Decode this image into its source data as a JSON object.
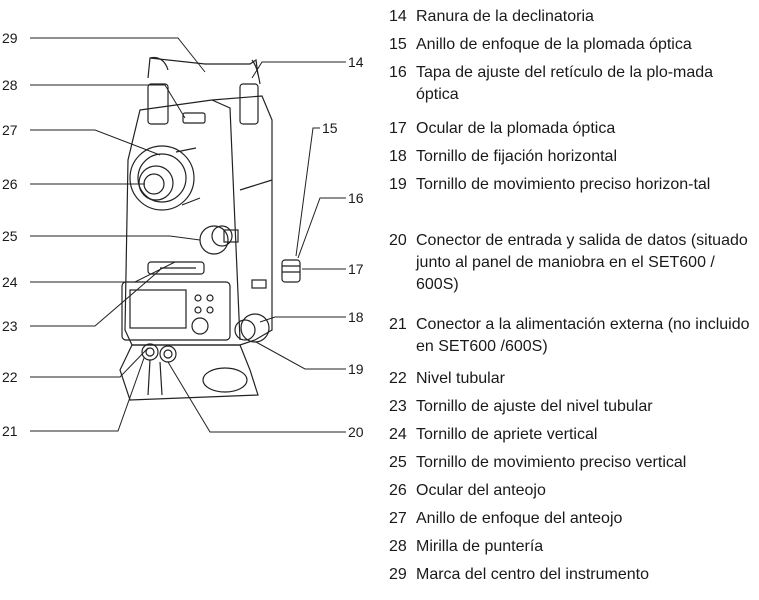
{
  "callouts": [
    "29",
    "28",
    "27",
    "26",
    "25",
    "24",
    "23",
    "22",
    "21",
    "14",
    "15",
    "16",
    "17",
    "18",
    "19",
    "20"
  ],
  "items": [
    {
      "num": "14",
      "text": "Ranura de la declinatoria"
    },
    {
      "num": "15",
      "text": "Anillo de enfoque de la plomada óptica"
    },
    {
      "num": "16",
      "text": "Tapa de ajuste del retículo de la plo-mada óptica"
    },
    {
      "num": "17",
      "text": "Ocular de la plomada óptica"
    },
    {
      "num": "18",
      "text": "Tornillo de fijación horizontal"
    },
    {
      "num": "19",
      "text": "Tornillo de movimiento preciso horizon-tal"
    },
    {
      "num": "20",
      "text": "Conector de entrada y salida de datos (situado junto al panel de maniobra en el SET600 / 600S)"
    },
    {
      "num": "21",
      "text": "Conector a la alimentación externa (no incluido en SET600 /600S)"
    },
    {
      "num": "22",
      "text": "Nivel tubular"
    },
    {
      "num": "23",
      "text": "Tornillo de ajuste del nivel tubular"
    },
    {
      "num": "24",
      "text": "Tornillo de apriete vertical"
    },
    {
      "num": "25",
      "text": "Tornillo de movimiento preciso vertical"
    },
    {
      "num": "26",
      "text": "Ocular del anteojo"
    },
    {
      "num": "27",
      "text": "Anillo de enfoque del anteojo"
    },
    {
      "num": "28",
      "text": "Mirilla de puntería"
    },
    {
      "num": "29",
      "text": "Marca del centro del instrumento"
    }
  ]
}
